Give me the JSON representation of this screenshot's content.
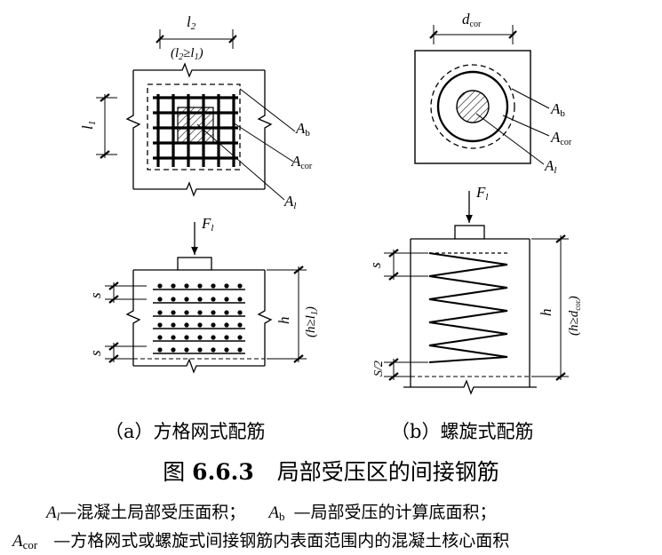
{
  "figure": {
    "label_l2": "l",
    "label_l2_sub": "2",
    "label_l2_cond_prefix": "(l",
    "label_l2_cond_mid": "≥l",
    "label_l2_cond_suffix": ")",
    "label_l2_cond_sub1": "2",
    "label_l2_cond_sub2": "1",
    "label_l1": "l",
    "label_l1_sub": "1",
    "label_Ab": "A",
    "label_Ab_sub": "b",
    "label_Acor": "A",
    "label_Acor_sub": "cor",
    "label_Al": "A",
    "label_Al_sub": "l",
    "label_dcor": "d",
    "label_dcor_sub": "cor",
    "label_F": "F",
    "label_F_sub": "l",
    "label_s": "s",
    "label_s_half": "S/2",
    "label_h": "h",
    "label_h_cond_a": "(h≥l",
    "label_h_cond_a_sub": "1",
    "label_h_cond_a_end": ")",
    "label_h_cond_b": "(h≥d",
    "label_h_cond_b_sub": "cor",
    "label_h_cond_b_end": ")"
  },
  "subcaption_a": "（a）方格网式配筋",
  "subcaption_b": "（b）螺旋式配筋",
  "caption": {
    "prefix": "图 ",
    "number": "6.6.3",
    "title": "局部受压区的间接钢筋"
  },
  "legend": {
    "line1": {
      "sym1": "A",
      "sym1_sub": "l",
      "desc1": "—混凝土局部受压面积；",
      "sym2": "A",
      "sym2_sub": "b",
      "desc2": "—局部受压的计算底面积；"
    },
    "line2": {
      "sym": "A",
      "sym_sub": "cor",
      "desc": "—方格网式或螺旋式间接钢筋内表面范围内的混凝土核心面积"
    }
  }
}
